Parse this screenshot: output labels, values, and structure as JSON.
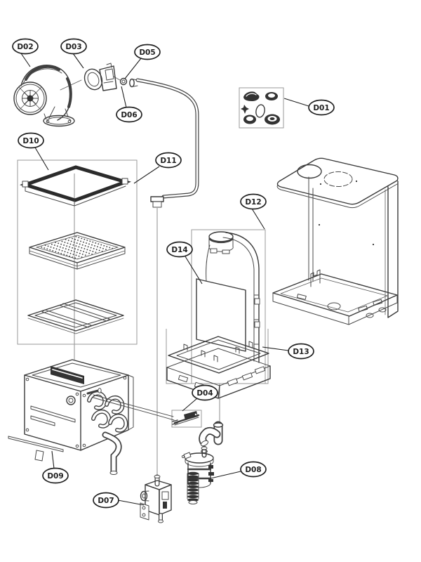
{
  "figure": {
    "type": "exploded-parts-diagram",
    "background": "#ffffff",
    "line_color": "#3a3a3a",
    "callouts": {
      "d01": "D01",
      "d02": "D02",
      "d03": "D03",
      "d04": "D04",
      "d05": "D05",
      "d06": "D06",
      "d07": "D07",
      "d08": "D08",
      "d09": "D09",
      "d10": "D10",
      "d11": "D11",
      "d12": "D12",
      "d13": "D13",
      "d14": "D14"
    }
  }
}
